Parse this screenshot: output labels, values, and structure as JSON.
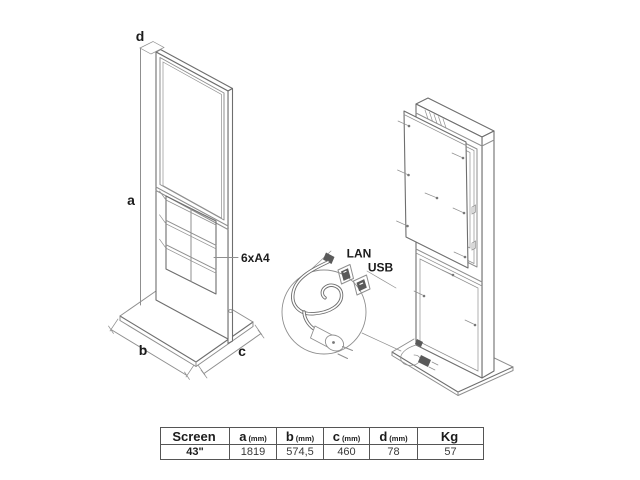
{
  "diagram": {
    "labels": {
      "dim_d": "d",
      "dim_a": "a",
      "dim_b": "b",
      "dim_c": "c",
      "brochure": "6xA4",
      "lan": "LAN",
      "usb": "USB"
    },
    "colors": {
      "line": "#8f8f8f",
      "line2": "#6e6e6e",
      "text": "#1c1c1c",
      "tborder": "#555555",
      "value": "#3a3a3a"
    }
  },
  "table": {
    "columns": [
      {
        "label": "Screen",
        "unit": ""
      },
      {
        "label": "a",
        "unit": "(mm)"
      },
      {
        "label": "b",
        "unit": "(mm)"
      },
      {
        "label": "c",
        "unit": "(mm)"
      },
      {
        "label": "d",
        "unit": "(mm)"
      },
      {
        "label": "Kg",
        "unit": ""
      }
    ],
    "row": [
      "43\"",
      "1819",
      "574,5",
      "460",
      "78",
      "57"
    ]
  }
}
